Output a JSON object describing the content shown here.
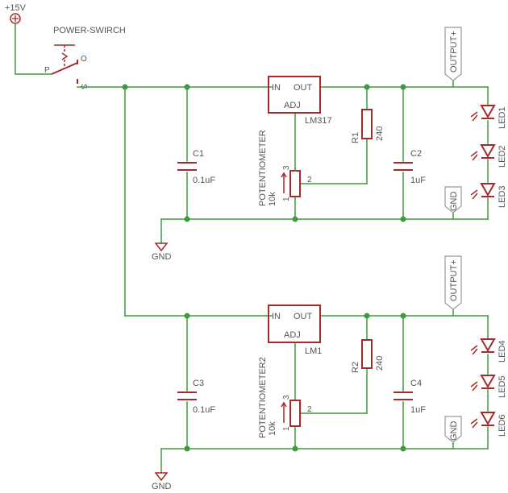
{
  "supply": {
    "label": "+15V"
  },
  "switch": {
    "name": "POWER-SWIRCH",
    "pin_p": "P",
    "pin_o": "O",
    "pin_s": "S"
  },
  "regulators": [
    {
      "name": "LM317",
      "pin_in": "IN",
      "pin_out": "OUT",
      "pin_adj": "ADJ",
      "cap_in": {
        "name": "C1",
        "value": "0.1uF"
      },
      "cap_out": {
        "name": "C2",
        "value": "1uF"
      },
      "resistor": {
        "name": "R1",
        "value": "240"
      },
      "pot": {
        "name": "POTENTIOMETER",
        "value": "10k",
        "pin1": "1",
        "pin2": "2",
        "pin3": "3"
      },
      "leds": [
        "LED1",
        "LED2",
        "LED3"
      ],
      "out_label": "OUTPUT+",
      "gnd_port": "GND",
      "gnd_label": "GND"
    },
    {
      "name": "LM1",
      "pin_in": "IN",
      "pin_out": "OUT",
      "pin_adj": "ADJ",
      "cap_in": {
        "name": "C3",
        "value": "0.1uF"
      },
      "cap_out": {
        "name": "C4",
        "value": "1uF"
      },
      "resistor": {
        "name": "R2",
        "value": "240"
      },
      "pot": {
        "name": "POTENTIOMETER2",
        "value": "10k",
        "pin1": "1",
        "pin2": "2",
        "pin3": "3"
      },
      "leds": [
        "LED4",
        "LED5",
        "LED6"
      ],
      "out_label": "OUTPUT+",
      "gnd_port": "GND",
      "gnd_label": "GND"
    }
  ]
}
